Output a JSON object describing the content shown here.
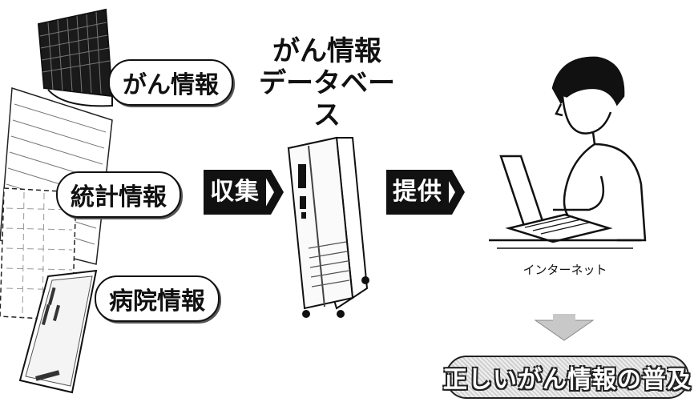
{
  "sources": [
    {
      "label": "がん情報"
    },
    {
      "label": "統計情報"
    },
    {
      "label": "病院情報"
    }
  ],
  "collect_label": "収集",
  "database_title": "がん情報\nデータベース",
  "database_title_lines": [
    "がん情報",
    "データベース"
  ],
  "provide_label": "提供",
  "internet_label": "インターネット",
  "result_label": "正しいがん情報の普及",
  "colors": {
    "ink": "#111111",
    "tag_fill": "#111111",
    "result_pattern": "#cfcfcf"
  }
}
